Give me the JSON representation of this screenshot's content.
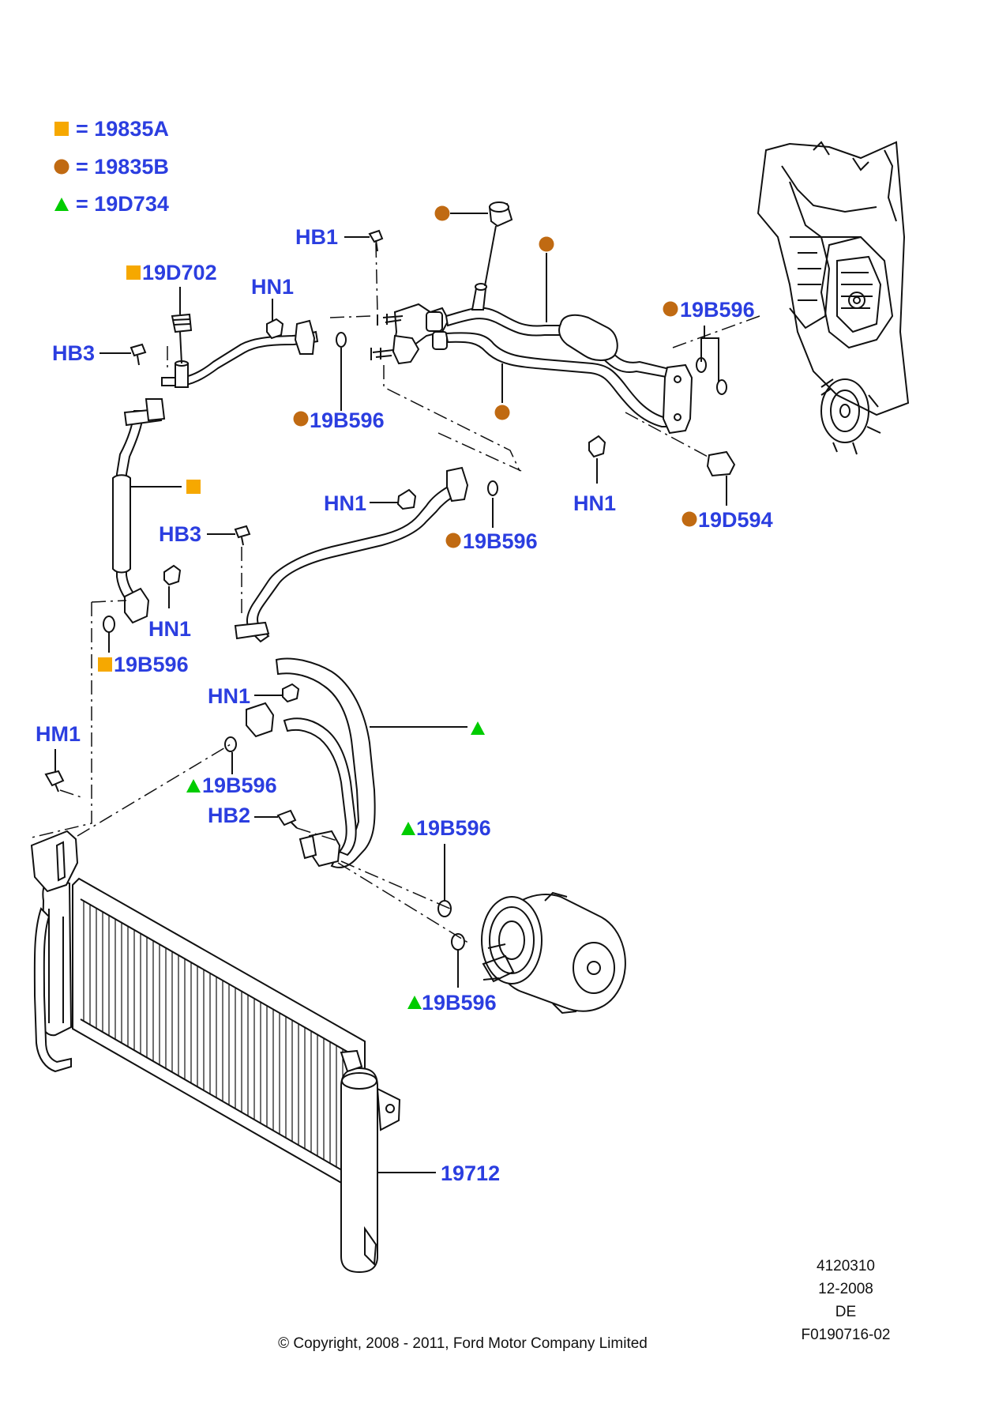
{
  "colors": {
    "label_blue": "#2b3ee0",
    "marker_square": "#f6a800",
    "marker_circle": "#c06a12",
    "marker_triangle": "#00cc00",
    "line": "#111111"
  },
  "legend": [
    {
      "marker": "square",
      "text": "= 19835A"
    },
    {
      "marker": "circle",
      "text": "= 19835B"
    },
    {
      "marker": "triangle",
      "text": "= 19D734"
    }
  ],
  "labels": {
    "hb1": "HB1",
    "p19d702": "19D702",
    "hn1_top": "HN1",
    "hb3_left": "HB3",
    "p19b596_upper_right": "19B596",
    "p19b596_mid_top": "19B596",
    "hn1_mid": "HN1",
    "p19b596_mid": "19B596",
    "hn1_right": "HN1",
    "p19d594": "19D594",
    "hb3_mid": "HB3",
    "hn1_left": "HN1",
    "p19b596_left": "19B596",
    "hn1_lower": "HN1",
    "hm1": "HM1",
    "p19b596_lower_left": "19B596",
    "hb2": "HB2",
    "p19b596_comp_top": "19B596",
    "p19b596_comp_bottom": "19B596",
    "p19712": "19712"
  },
  "info_block": [
    "4120310",
    "12-2008",
    "DE",
    "F0190716-02"
  ],
  "copyright": "© Copyright, 2008 - 2011, Ford Motor Company Limited"
}
